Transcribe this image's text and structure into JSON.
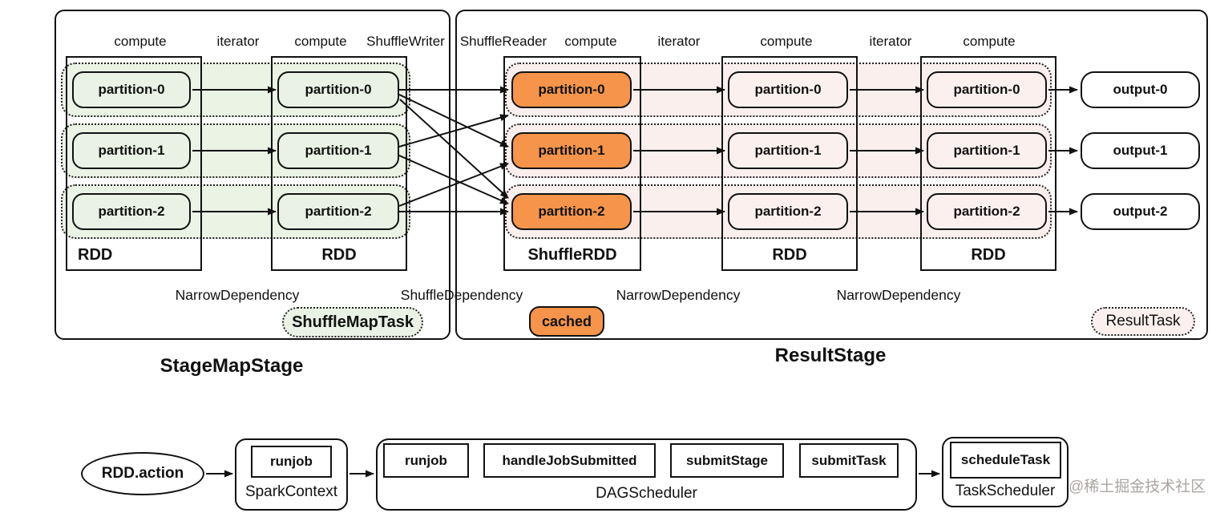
{
  "stages": {
    "left": {
      "title": "StageMapStage",
      "columns": [
        "compute",
        "iterator",
        "compute",
        "ShuffleWriter"
      ],
      "rdd1": {
        "label": "RDD",
        "partitions": [
          "partition-0",
          "partition-1",
          "partition-2"
        ]
      },
      "rdd2": {
        "label": "RDD",
        "partitions": [
          "partition-0",
          "partition-1",
          "partition-2"
        ]
      },
      "dependency": "NarrowDependency",
      "task_badge": "ShuffleMapTask"
    },
    "right": {
      "title": "ResultStage",
      "columns": [
        "ShuffleReader",
        "compute",
        "iterator",
        "compute",
        "iterator",
        "compute"
      ],
      "shuffle_rdd": {
        "label": "ShuffleRDD",
        "partitions": [
          "partition-0",
          "partition-1",
          "partition-2"
        ]
      },
      "rdd2": {
        "label": "RDD",
        "partitions": [
          "partition-0",
          "partition-1",
          "partition-2"
        ]
      },
      "rdd3": {
        "label": "RDD",
        "partitions": [
          "partition-0",
          "partition-1",
          "partition-2"
        ]
      },
      "outputs": [
        "output-0",
        "output-1",
        "output-2"
      ],
      "dependency1": "NarrowDependency",
      "dependency2": "NarrowDependency",
      "cached_badge": "cached",
      "task_badge": "ResultTask"
    },
    "shuffle_dependency": "ShuffleDependency"
  },
  "flow": {
    "action": "RDD.action",
    "spark_context": {
      "label": "SparkContext",
      "method": "runjob"
    },
    "dag_scheduler": {
      "label": "DAGScheduler",
      "methods": [
        "runjob",
        "handleJobSubmitted",
        "submitStage",
        "submitTask"
      ]
    },
    "task_scheduler": {
      "label": "TaskScheduler",
      "method": "scheduleTask"
    }
  },
  "watermark": "@稀土掘金技术社区",
  "colors": {
    "green_band": "#EAF3E4",
    "green_partition": "#E9F2E4",
    "pink_band": "#FBEFEE",
    "pink_partition": "#FCF0EF",
    "cached_orange": "#F5944A",
    "line": "#111111"
  }
}
